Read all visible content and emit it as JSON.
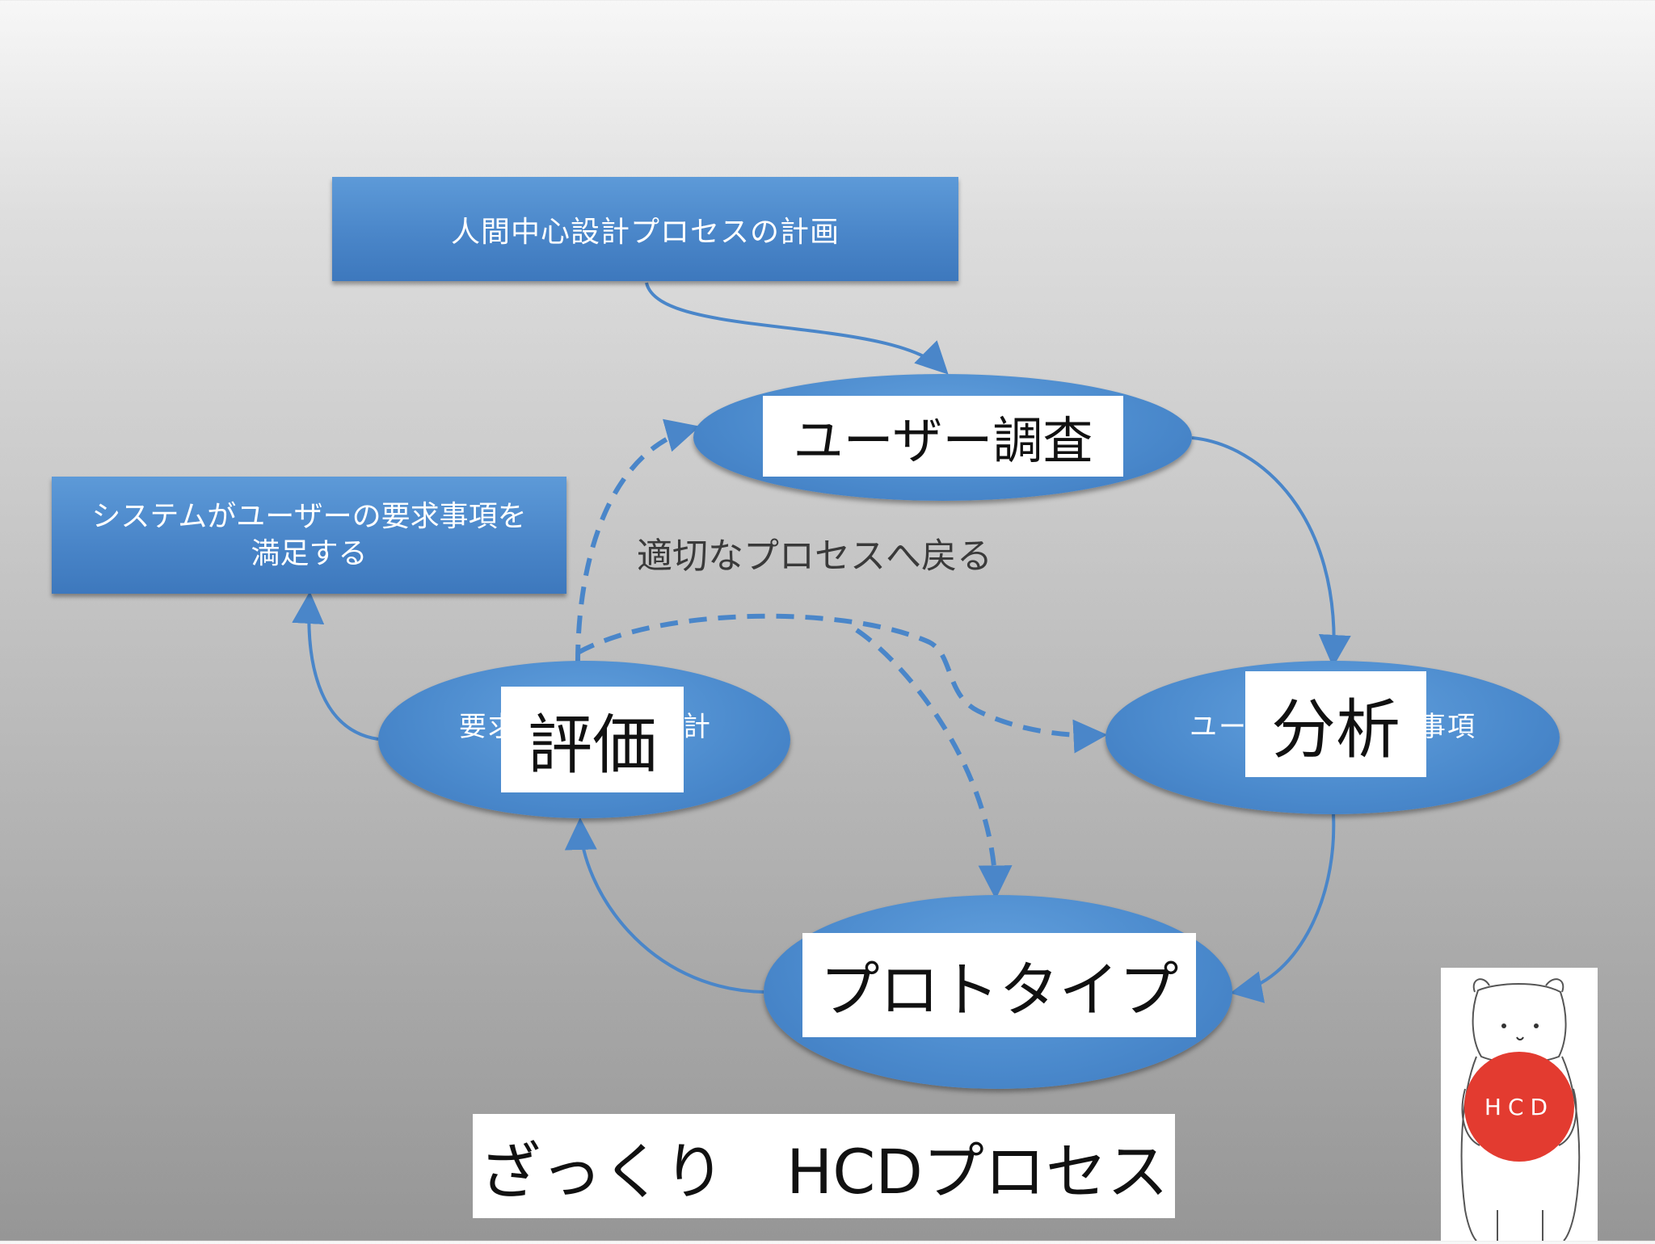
{
  "boxes": {
    "plan": "人間中心設計プロセスの計画",
    "satisfy": "システムがユーザーの要求事項を満足する"
  },
  "nodes": {
    "research": "ユーザー調査",
    "analysis": "分析",
    "analysis_hidden_left": "ユー",
    "analysis_hidden_right": "事項",
    "prototype": "プロトタイプ",
    "evaluation": "評価",
    "evaluation_hidden_left": "要求",
    "evaluation_hidden_right": "計"
  },
  "note": "適切なプロセスへ戻る",
  "title": "ざっくり　HCDプロセス",
  "logo": {
    "text": "HCD"
  },
  "colors": {
    "shape_fill": "#4a89cc",
    "connector": "#4a86c9",
    "logo_red": "#e33b30"
  }
}
